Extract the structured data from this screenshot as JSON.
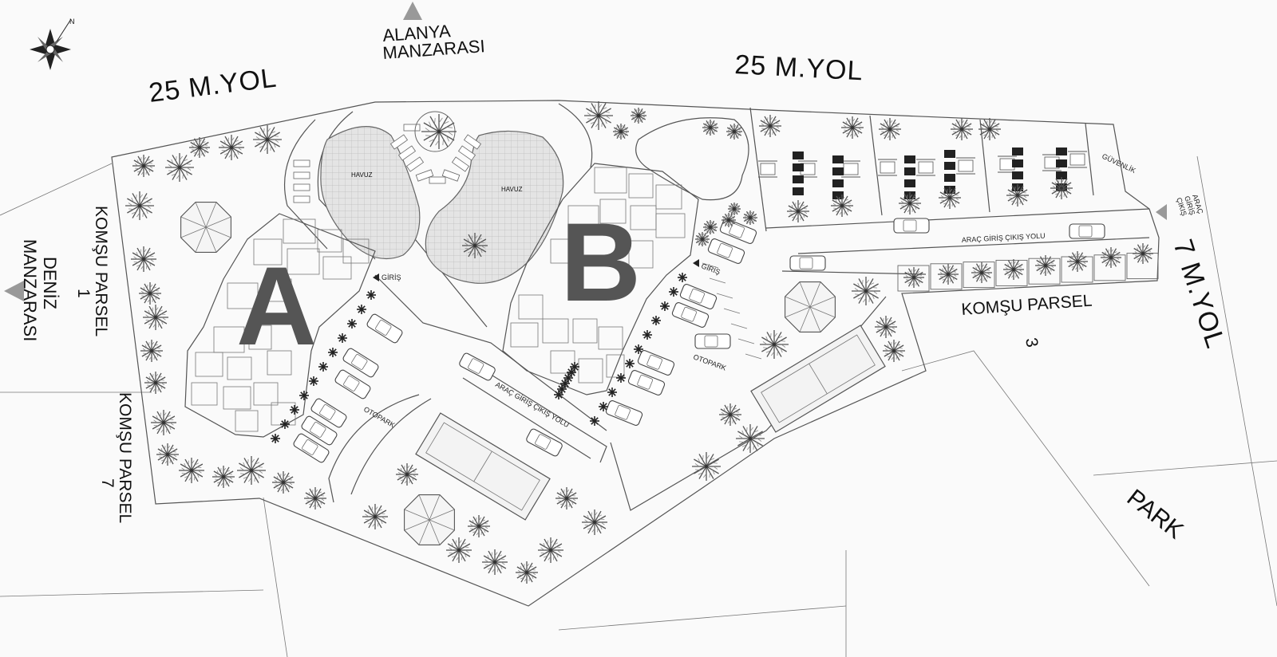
{
  "roads": {
    "west_top": "25 M.YOL",
    "east_top": "25 M.YOL",
    "east_side": "7 M.YOL"
  },
  "views": {
    "alanya": [
      "ALANYA",
      "MANZARASI"
    ],
    "deniz": [
      "DENİZ",
      "MANZARASI"
    ]
  },
  "neighbors": {
    "parcel_1": "KOMŞU PARSEL",
    "parcel_1_num": "1",
    "parcel_7": "KOMŞU PARSEL",
    "parcel_7_num": "7",
    "parcel_3": "KOMŞU PARSEL",
    "parcel_3_num": "3"
  },
  "park": "PARK",
  "blocks": {
    "a": "A",
    "b": "B"
  },
  "pools": {
    "left": "HAVUZ",
    "right": "HAVUZ"
  },
  "small_labels": {
    "giris_a": "GİRİŞ",
    "giris_b": "GİRİŞ",
    "otopark_a": "OTOPARK",
    "otopark_b": "OTOPARK",
    "arac_yolu_center": "ARAÇ GİRİŞ ÇIKIŞ YOLU",
    "arac_yolu_east": "ARAÇ GİRİŞ ÇIKIŞ YOLU",
    "guvenlik": "GÜVENLİK",
    "arac_giris": [
      "ARAÇ",
      "GİRİŞ",
      "ÇIKIŞ"
    ]
  },
  "colors": {
    "background": "#fafafa",
    "block_letter": "#555555",
    "line": "#555555",
    "view_marker": "#999999"
  },
  "icons": [
    "north-arrow-icon",
    "view-marker-icon",
    "palm-tree-icon",
    "umbrella-icon",
    "car-icon"
  ]
}
